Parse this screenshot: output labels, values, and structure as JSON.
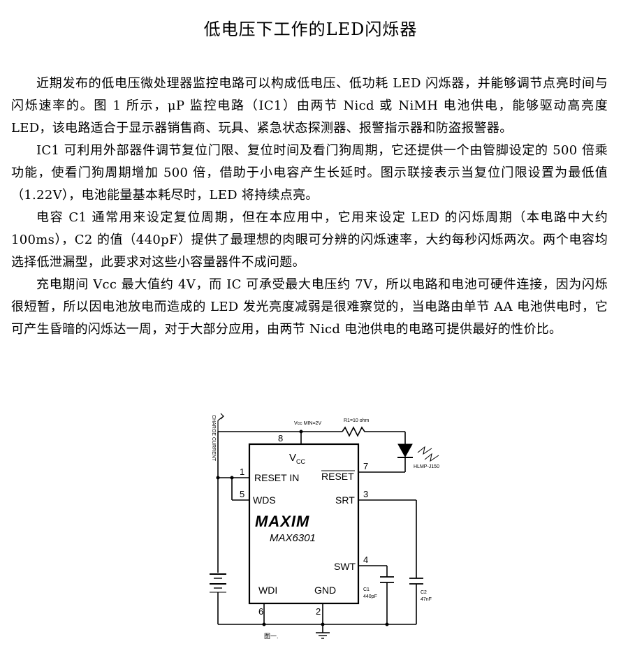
{
  "document": {
    "title": "低电压下工作的LED闪烁器",
    "paragraphs": [
      "近期发布的低电压微处理器监控电路可以构成低电压、低功耗 LED 闪烁器，并能够调节点亮时间与闪烁速率的。图 1 所示，μP 监控电路（IC1）由两节 Nicd 或 NiMH 电池供电，能够驱动高亮度 LED，该电路适合于显示器销售商、玩具、紧急状态探测器、报警指示器和防盗报警器。",
      "IC1 可利用外部器件调节复位门限、复位时间及看门狗周期，它还提供一个由管脚设定的 500 倍乘功能，使看门狗周期增加 500 倍，借助于小电容产生长延时。图示联接表示当复位门限设置为最低值（1.22V），电池能量基本耗尽时，LED 将持续点亮。",
      "电容 C1 通常用来设定复位周期，但在本应用中，它用来设定 LED 的闪烁周期（本电路中大约 100ms），C2 的值（440pF）提供了最理想的肉眼可分辨的闪烁速率，大约每秒闪烁两次。两个电容均选择低泄漏型，此要求对这些小容量器件不成问题。",
      "充电期间 Vcc 最大值约 4V，而 IC 可承受最大电压约 7V，所以电路和电池可硬件连接，因为闪烁很短暂，所以因电池放电而造成的 LED 发光亮度减弱是很难察觉的，当电路由单节 AA 电池供电时，它可产生昏暗的闪烁达一周，对于大部分应用，由两节 Nicd 电池供电的电路可提供最好的性价比。"
    ]
  },
  "schematic": {
    "chip_brand": "MAXIM",
    "chip_model": "MAX6301",
    "pins": {
      "vcc_label": "V",
      "vcc_sub": "CC",
      "reset_in": "RESET IN",
      "reset": "RESET",
      "wds": "WDS",
      "srt": "SRT",
      "swt": "SWT",
      "wdi": "WDI",
      "gnd": "GND",
      "n8": "8",
      "n1": "1",
      "n5": "5",
      "n7": "7",
      "n3": "3",
      "n4": "4",
      "n6": "6",
      "n2": "2"
    },
    "labels": {
      "vcc_min": "Vcc MIN=2V",
      "r1": "R1=10 ohm",
      "led": "HLMP-J150",
      "charge_current": "CHARGE CURRENT",
      "c1_name": "C1",
      "c1_value": "440pF",
      "c2_name": "C2",
      "c2_value": "47nF",
      "figure": "图一."
    }
  }
}
